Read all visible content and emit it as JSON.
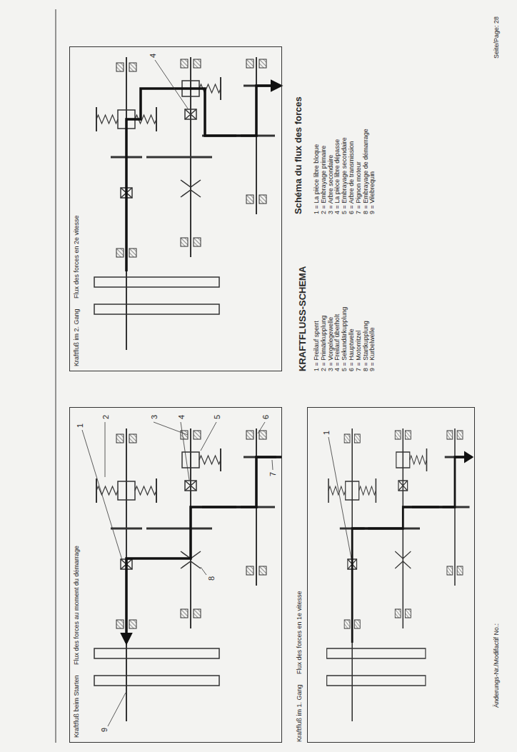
{
  "diagram": {
    "nodes": [
      {
        "text": [
          "Kraftfluß beim Starten",
          "Flux des forces au moment du démarrage"
        ]
      },
      {
        "text": [
          "Kraftfluß im 2. Gang",
          "Flux des forces en 2e vitesse"
        ]
      },
      {
        "text": [
          "Kraftfluß im 1. Gang",
          "Flux des forces en 1e vitesse"
        ]
      }
    ],
    "labels": [
      "1",
      "2",
      "3",
      "4",
      "5",
      "6",
      "7",
      "8",
      "9",
      "4",
      "1",
      "KRAFTFLUSS-SCHEMA",
      "1 = Freilauf sperrt",
      "2 = Primärkupplung",
      "3 = Vorgelegewelle",
      "4 = Freilauf überholt",
      "5 = Sekundärkupplung",
      "6 = Hauptwelle",
      "7 = Motorritzel",
      "8 = Startkupplung",
      "9 = Kurbelwelle",
      "Schéma du flux des forces",
      "1 = La pièce libre bloque",
      "2 = Embrayage primaire",
      "3 = Arbre secondaire",
      "4 = La pièce libre dépasse",
      "5 = Embrayage secondaire",
      "6 = Arbre de transmission",
      "7 = Pignon moteur",
      "8 = Embrayage de démarrage",
      "9 = Vilebrequin",
      "Änderungs-Nr./Modifactif No.:",
      "Seite/Page: 28"
    ]
  }
}
